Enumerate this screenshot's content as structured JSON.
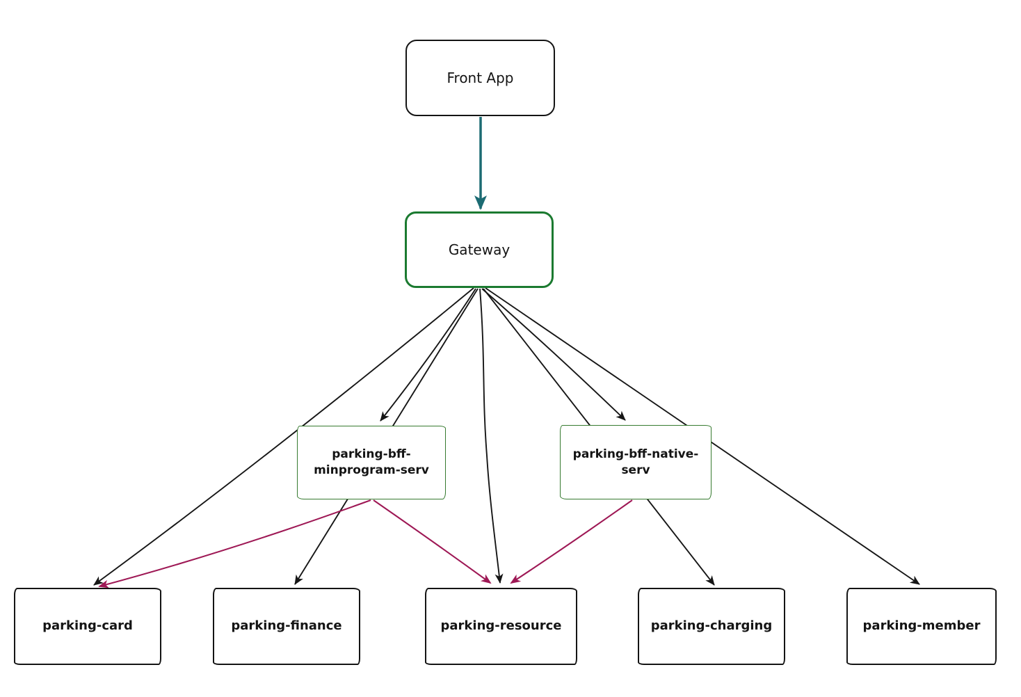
{
  "diagram": {
    "type": "service-dependency-graph",
    "colors": {
      "edge_black": "#161616",
      "edge_teal": "#1c6b73",
      "edge_maroon": "#9e1855",
      "border_green_thick": "#1b7a30",
      "border_green_thin": "#367a2f",
      "border_black": "#141414"
    },
    "nodes": {
      "front_app": {
        "label": "Front App"
      },
      "gateway": {
        "label": "Gateway"
      },
      "bff_minprogram": {
        "label": "parking-bff-minprogram-serv"
      },
      "bff_native": {
        "label": "parking-bff-native-serv"
      },
      "card": {
        "label": "parking-card"
      },
      "finance": {
        "label": "parking-finance"
      },
      "resource": {
        "label": "parking-resource"
      },
      "charging": {
        "label": "parking-charging"
      },
      "member": {
        "label": "parking-member"
      }
    },
    "edges": [
      {
        "from": "Front App",
        "to": "Gateway",
        "color": "teal"
      },
      {
        "from": "Gateway",
        "to": "parking-bff-minprogram-serv",
        "color": "black"
      },
      {
        "from": "Gateway",
        "to": "parking-bff-native-serv",
        "color": "black"
      },
      {
        "from": "Gateway",
        "to": "parking-card",
        "color": "black"
      },
      {
        "from": "Gateway",
        "to": "parking-finance",
        "color": "black"
      },
      {
        "from": "Gateway",
        "to": "parking-resource",
        "color": "black"
      },
      {
        "from": "Gateway",
        "to": "parking-charging",
        "color": "black"
      },
      {
        "from": "Gateway",
        "to": "parking-member",
        "color": "black"
      },
      {
        "from": "parking-bff-minprogram-serv",
        "to": "parking-card",
        "color": "maroon"
      },
      {
        "from": "parking-bff-minprogram-serv",
        "to": "parking-resource",
        "color": "maroon"
      },
      {
        "from": "parking-bff-native-serv",
        "to": "parking-resource",
        "color": "maroon"
      }
    ]
  }
}
